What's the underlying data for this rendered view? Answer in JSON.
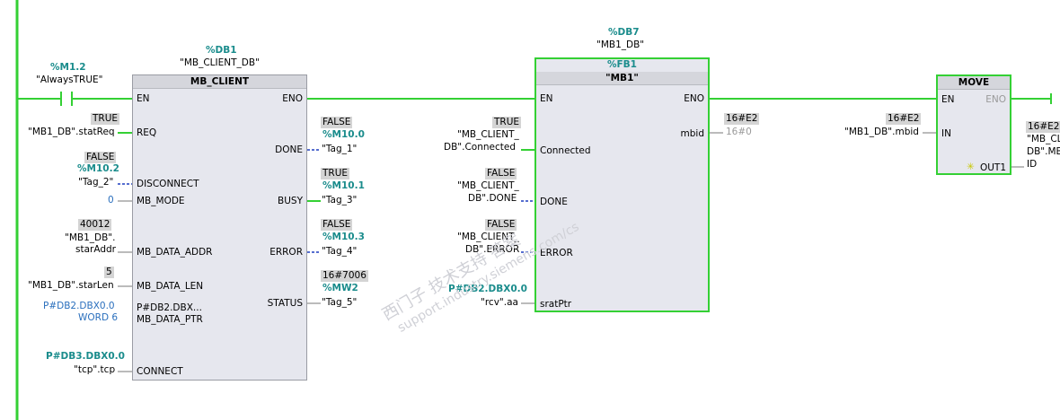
{
  "contact": {
    "address": "%M1.2",
    "tag": "\"AlwaysTRUE\""
  },
  "mb_client": {
    "db_addr": "%DB1",
    "db_name": "\"MB_CLIENT_DB\"",
    "title": "MB_CLIENT",
    "pins_in": {
      "en": "EN",
      "req": "REQ",
      "disconnect": "DISCONNECT",
      "mb_mode": "MB_MODE",
      "data_addr": "MB_DATA_ADDR",
      "data_len": "MB_DATA_LEN",
      "data_ptr": "MB_DATA_PTR",
      "connect": "CONNECT"
    },
    "pins_out": {
      "eno": "ENO",
      "done": "DONE",
      "busy": "BUSY",
      "error": "ERROR",
      "status": "STATUS"
    },
    "req": {
      "value": "TRUE",
      "tag": "\"MB1_DB\".statReq"
    },
    "disconnect": {
      "value": "FALSE",
      "address": "%M10.2",
      "tag": "\"Tag_2\""
    },
    "mb_mode": {
      "literal": "0"
    },
    "data_addr": {
      "value": "40012",
      "tag_line1": "\"MB1_DB\".",
      "tag_line2": "starAddr"
    },
    "data_len": {
      "value": "5",
      "tag": "\"MB1_DB\".starLen"
    },
    "data_ptr": {
      "literal_line1": "P#DB2.DBX0.0",
      "literal_line2": "WORD 6",
      "inner_value": "P#DB2.DBX..."
    },
    "connect": {
      "address": "P#DB3.DBX0.0",
      "tag": "\"tcp\".tcp"
    },
    "done": {
      "value": "FALSE",
      "address": "%M10.0",
      "tag": "\"Tag_1\""
    },
    "busy": {
      "value": "TRUE",
      "address": "%M10.1",
      "tag": "\"Tag_3\""
    },
    "error": {
      "value": "FALSE",
      "address": "%M10.3",
      "tag": "\"Tag_4\""
    },
    "status": {
      "value": "16#7006",
      "address": "%MW2",
      "tag": "\"Tag_5\""
    }
  },
  "mb1": {
    "db_addr": "%DB7",
    "db_name": "\"MB1_DB\"",
    "fb_addr": "%FB1",
    "title": "\"MB1\"",
    "pins_in": {
      "en": "EN",
      "connected": "Connected",
      "done": "DONE",
      "error": "ERROR",
      "sratptr": "sratPtr"
    },
    "pins_out": {
      "eno": "ENO",
      "mbid": "mbid"
    },
    "connected": {
      "value": "TRUE",
      "tag_line1": "\"MB_CLIENT_",
      "tag_line2": "DB\".Connected"
    },
    "done": {
      "value": "FALSE",
      "tag_line1": "\"MB_CLIENT_",
      "tag_line2": "DB\".DONE"
    },
    "error": {
      "value": "FALSE",
      "tag_line1": "\"MB_CLIENT_",
      "tag_line2": "DB\".ERROR"
    },
    "sratptr": {
      "address": "P#DB2.DBX0.0",
      "tag": "\"rcv\".aa"
    },
    "mbid": {
      "value": "16#E2",
      "init": "16#0"
    }
  },
  "move": {
    "title": "MOVE",
    "pins": {
      "en": "EN",
      "eno": "ENO",
      "in": "IN",
      "out1": "OUT1"
    },
    "in": {
      "value": "16#E2",
      "tag": "\"MB1_DB\".mbid"
    },
    "out1": {
      "value": "16#E2",
      "tag_line1": "\"MB_CL",
      "tag_line2": "DB\".MB",
      "tag_line3": "ID"
    }
  },
  "watermark": {
    "line1": "西门子 技术支持 答案",
    "line2": "support.industry.siemens.com/cs"
  },
  "colors": {
    "power_flow": "#34d034",
    "inactive": "#1f3fbf",
    "address": "#1a8c8c",
    "literal": "#2a6fbd"
  }
}
